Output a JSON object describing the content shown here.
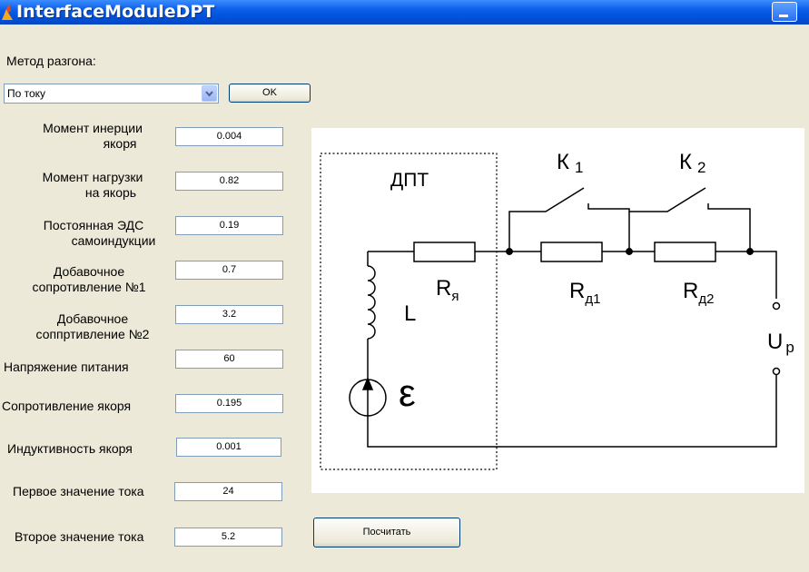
{
  "window": {
    "title": "InterfaceModuleDPT"
  },
  "method": {
    "label": "Метод разгона:",
    "selected": "По току",
    "ok_label": "OK"
  },
  "params": [
    {
      "id": "inertia",
      "label_lines": [
        "Момент инерции",
        "якоря"
      ],
      "value": "0.004"
    },
    {
      "id": "load",
      "label_lines": [
        "Момент нагрузки",
        "на якорь"
      ],
      "value": "0.82"
    },
    {
      "id": "emf-const",
      "label_lines": [
        "Постоянная ЭДС",
        "самоиндукции"
      ],
      "value": "0.19"
    },
    {
      "id": "add-res-1",
      "label_lines": [
        "Добавочное",
        "сопротивление №1"
      ],
      "value": "0.7"
    },
    {
      "id": "add-res-2",
      "label_lines": [
        "Добавочное",
        "соппртивление №2"
      ],
      "value": "3.2"
    },
    {
      "id": "supply-voltage",
      "label_lines": [
        "Напряжение питания"
      ],
      "value": "60"
    },
    {
      "id": "armature-res",
      "label_lines": [
        "Сопротивление якоря"
      ],
      "value": "0.195"
    },
    {
      "id": "armature-ind",
      "label_lines": [
        "Индуктивность якоря"
      ],
      "value": "0.001"
    },
    {
      "id": "current-1",
      "label_lines": [
        "Первое значение тока"
      ],
      "value": "24"
    },
    {
      "id": "current-2",
      "label_lines": [
        "Второе значение тока"
      ],
      "value": "5.2"
    }
  ],
  "calc_button": "Посчитать",
  "diagram": {
    "motor_label": "ДПТ",
    "k1_main": "К",
    "k1_sub": "1",
    "k2_main": "К",
    "k2_sub": "2",
    "r_main": "R",
    "ra_sub": "я",
    "rd1_sub": "д1",
    "rd2_sub": "д2",
    "inductor_label": "L",
    "emf_label": "ε",
    "up_main": "U",
    "up_sub": "p"
  }
}
